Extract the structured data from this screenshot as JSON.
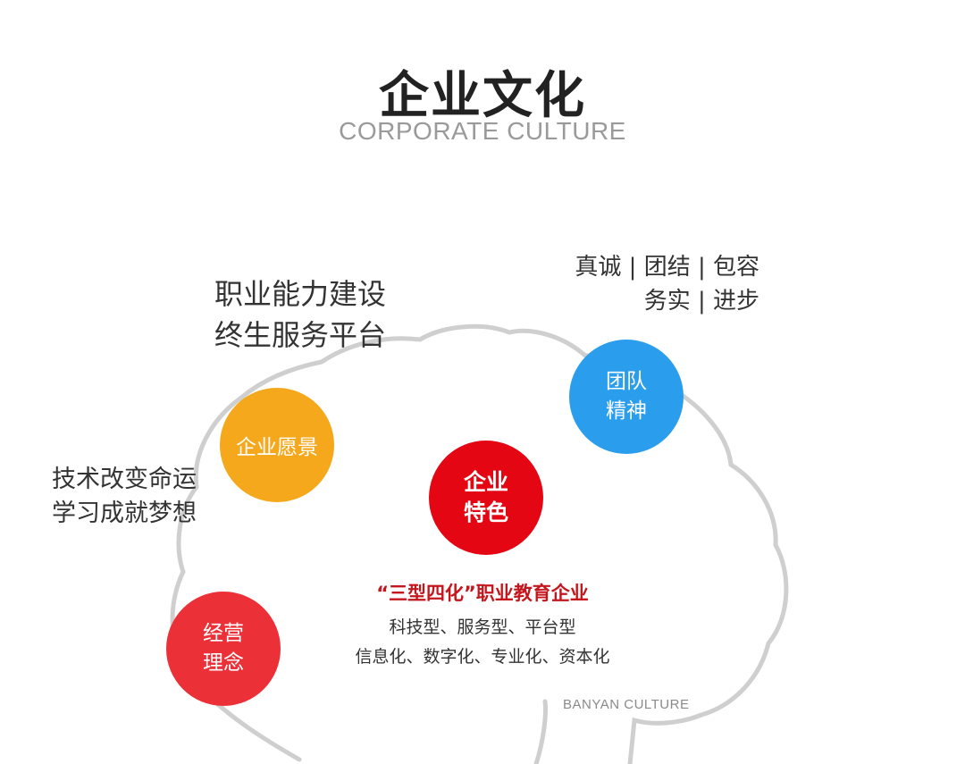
{
  "header": {
    "title": "企业文化",
    "subtitle": "CORPORATE CULTURE"
  },
  "vision": {
    "label": "企业愿景",
    "lines": [
      "职业能力建设",
      "终生服务平台"
    ],
    "color": "#F5A81B"
  },
  "team": {
    "label_lines": [
      "团队",
      "精神"
    ],
    "lines": [
      "真诚 | 团结 | 包容",
      "务实 | 进步"
    ],
    "color": "#2A9DED"
  },
  "purpose": {
    "lines": [
      "技术改变命运",
      "学习成就梦想"
    ]
  },
  "feature": {
    "label_lines": [
      "企业",
      "特色"
    ],
    "heading": "“三型四化”职业教育企业",
    "lines": [
      "科技型、服务型、平台型",
      "信息化、数字化、专业化、资本化"
    ],
    "color": "#E40613",
    "heading_color": "#C4161C"
  },
  "philosophy": {
    "label_lines": [
      "经营",
      "理念"
    ],
    "color": "#EC3038"
  },
  "watermark": "BANYAN CULTURE"
}
